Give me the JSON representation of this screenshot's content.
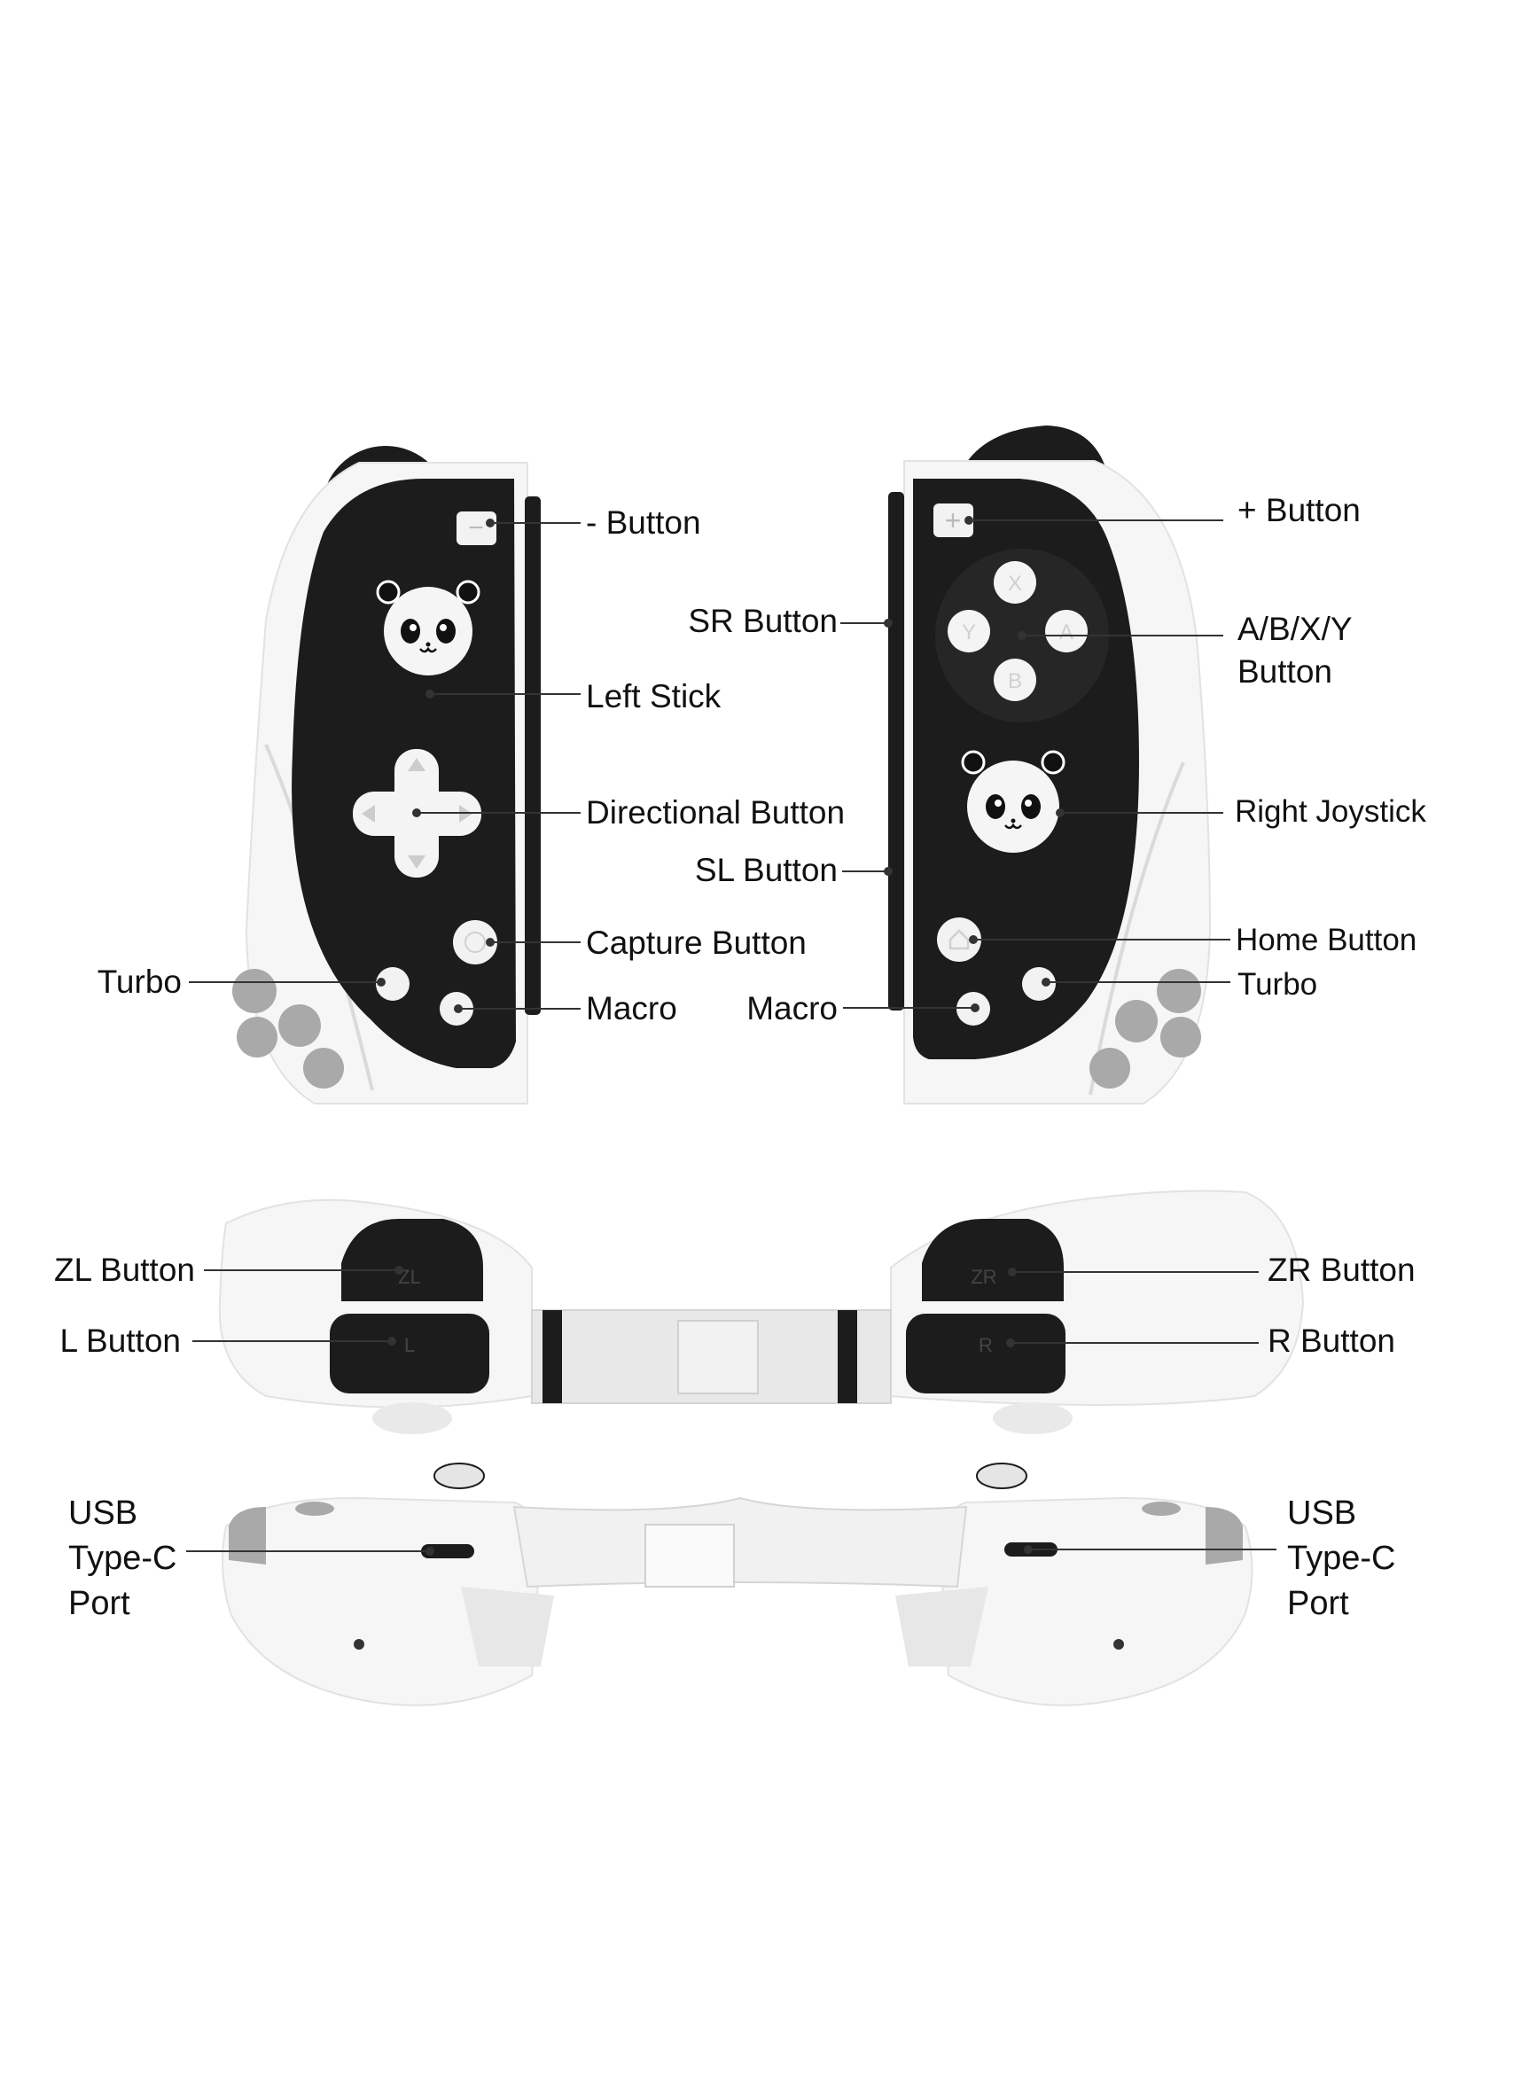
{
  "colors": {
    "black_body": "#1c1c1c",
    "white_shell": "#f6f6f6",
    "shell_shade": "#e6e6e6",
    "gray_paw": "#a9a9a9",
    "leader_line": "#333333"
  },
  "labels": {
    "minus_button": "- Button",
    "left_stick": "Left Stick",
    "directional_button": "Directional  Button",
    "capture_button": "Capture  Button",
    "macro_left": "Macro",
    "turbo_left": "Turbo",
    "sr_button": "SR  Button",
    "sl_button": "SL  Button",
    "macro_right": "Macro",
    "plus_button": "+ Button",
    "abxy_line1": "A/B/X/Y",
    "abxy_line2": "Button",
    "right_joystick": "Right Joystick",
    "home_button": "Home  Button",
    "turbo_right": "Turbo",
    "zl_button": "ZL Button",
    "l_button": "L Button",
    "zr_button": "ZR Button",
    "r_button": "R Button",
    "usb_left": [
      "USB",
      "Type-C",
      "Port"
    ],
    "usb_right": [
      "USB",
      "Type-C",
      "Port"
    ]
  },
  "button_glyphs": {
    "zl": "ZL",
    "zr": "ZR",
    "l": "L",
    "r": "R",
    "x": "X",
    "y": "Y",
    "a": "A",
    "b": "B",
    "minus": "−",
    "plus": "+"
  },
  "icons": {
    "panda_stick": "panda-face-icon",
    "capture": "circle-icon",
    "home": "house-icon"
  }
}
